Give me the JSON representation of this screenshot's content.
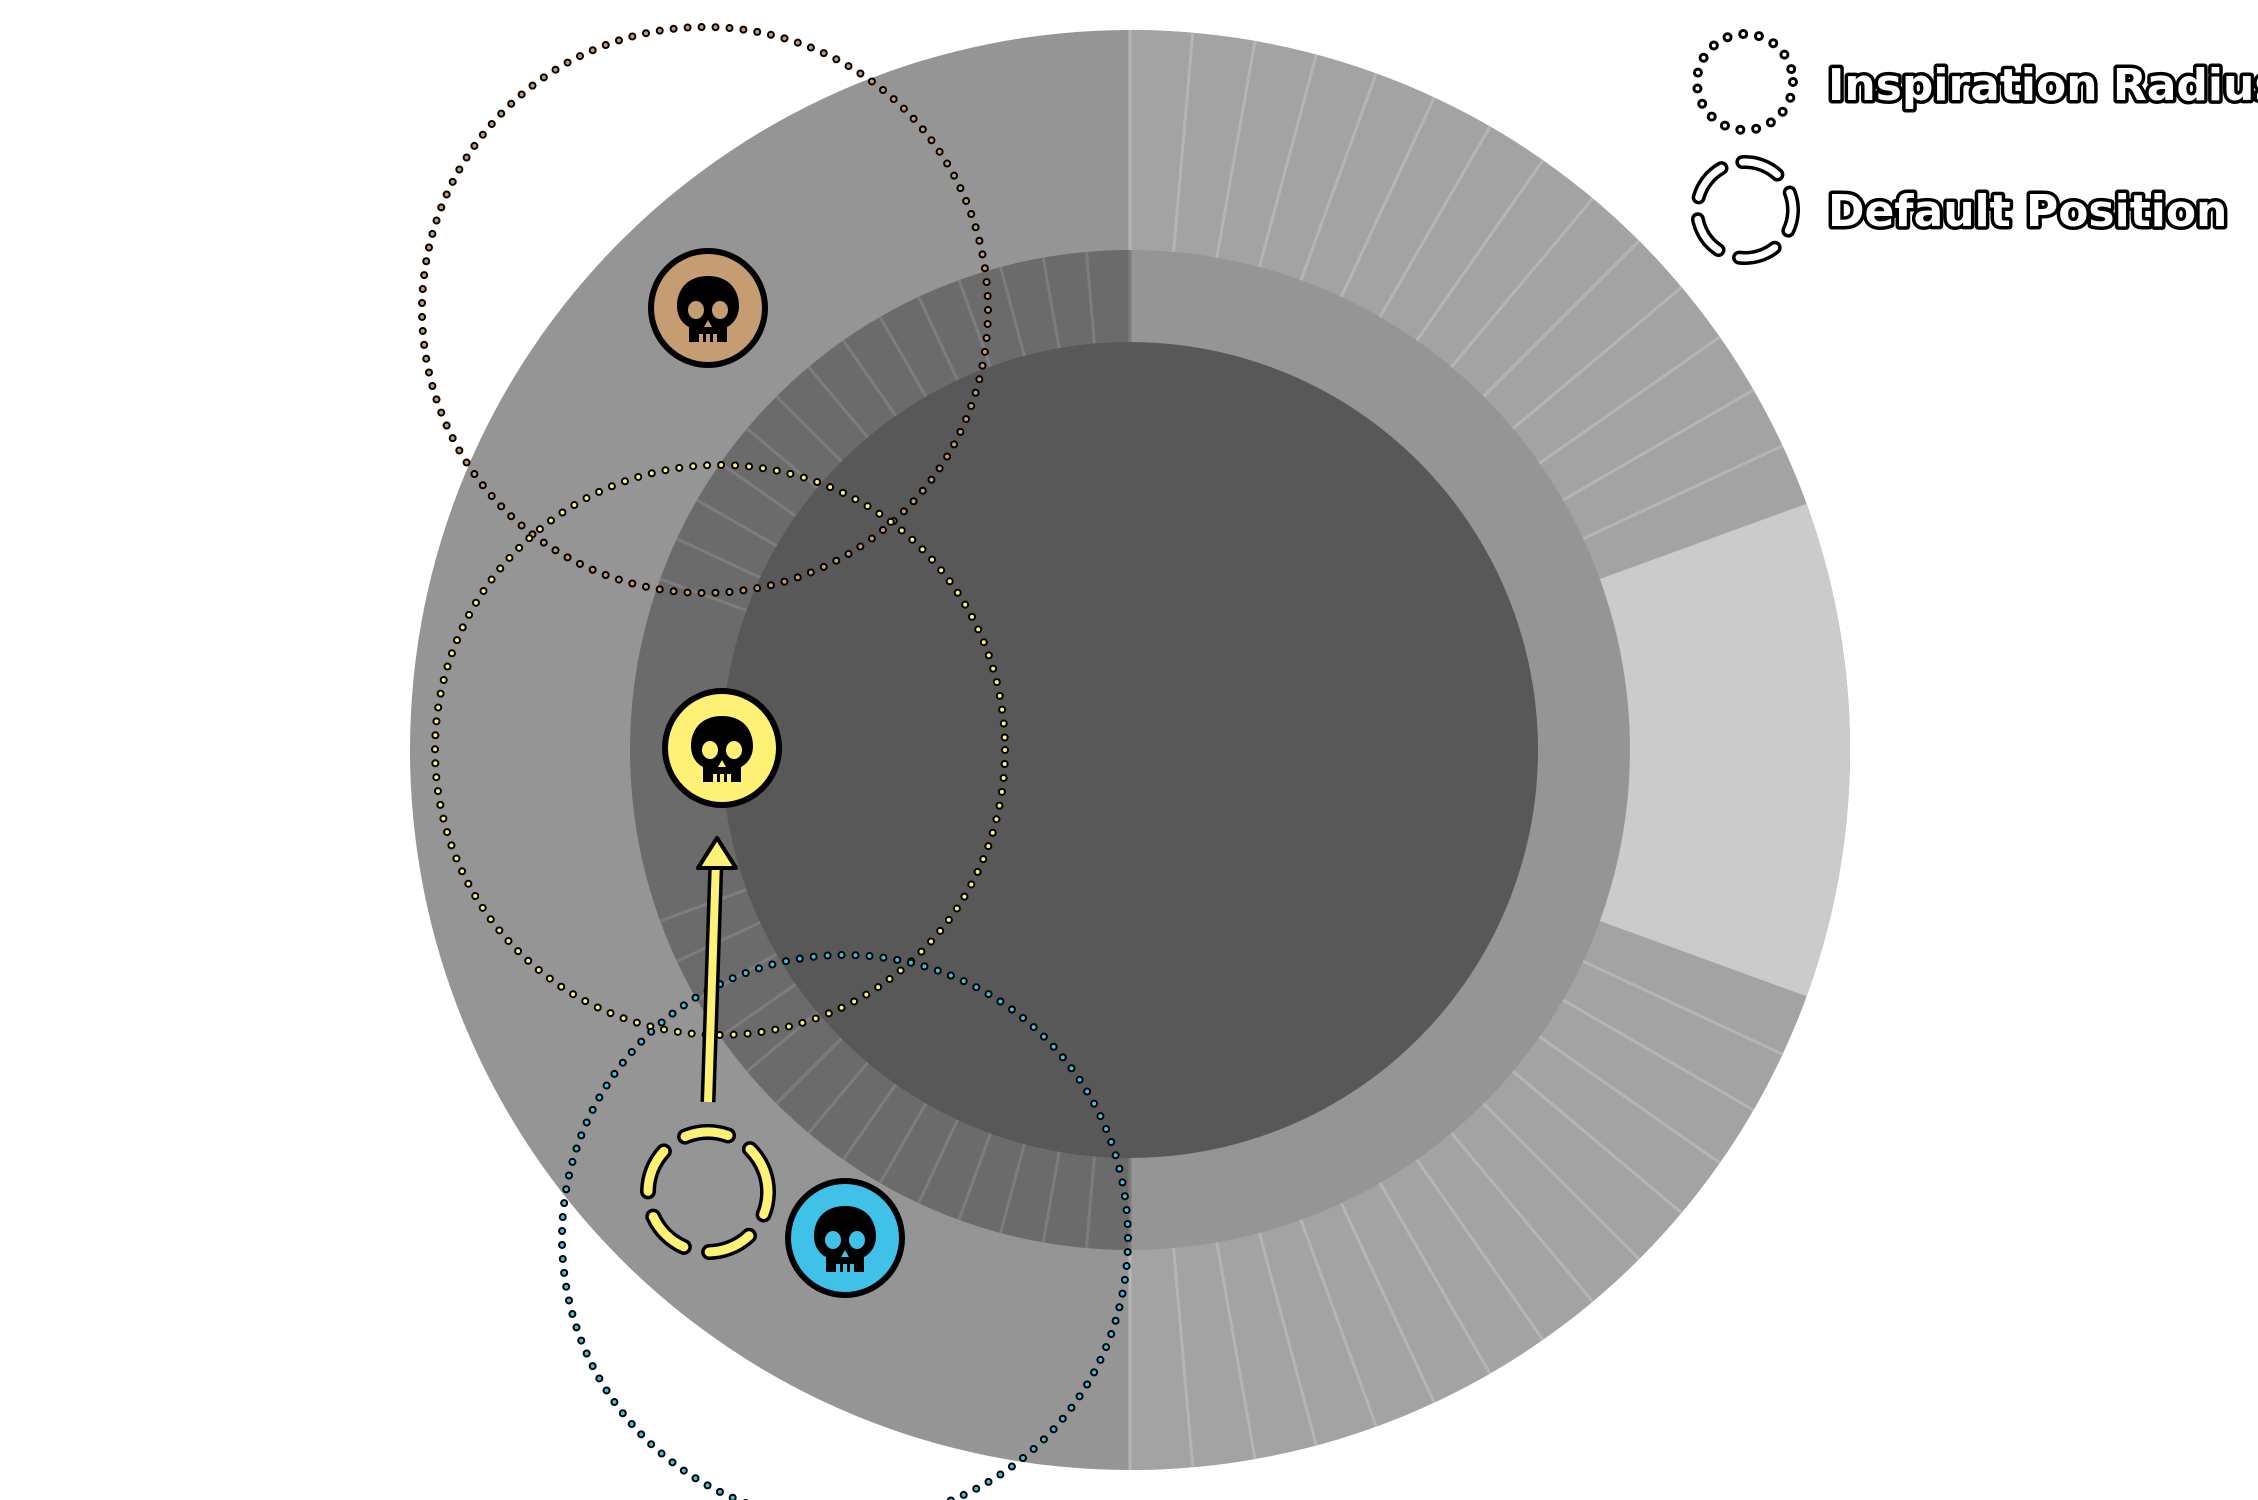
{
  "legend": {
    "inspiration_radius_label": "Inspiration Radius",
    "default_position_label": "Default Position"
  },
  "colors": {
    "background": "#ffffff",
    "outer_ring": "#959595",
    "outer_ring_light": "#a3a3a3",
    "outer_ring_lightest": "#cbcbcb",
    "middle_ring": "#6b6b6b",
    "inner_disc": "#585858",
    "tick_line": "#bdbdbd",
    "token_brown": "#c69c72",
    "token_yellow": "#fff176",
    "token_blue": "#3fc1e8",
    "arrow_yellow": "#fff176",
    "outline": "#000000"
  },
  "tokens": [
    {
      "name": "brown-token",
      "color": "#c69c72",
      "icon": "skull-icon"
    },
    {
      "name": "yellow-token",
      "color": "#fff176",
      "icon": "skull-icon"
    },
    {
      "name": "blue-token",
      "color": "#3fc1e8",
      "icon": "skull-icon"
    }
  ]
}
